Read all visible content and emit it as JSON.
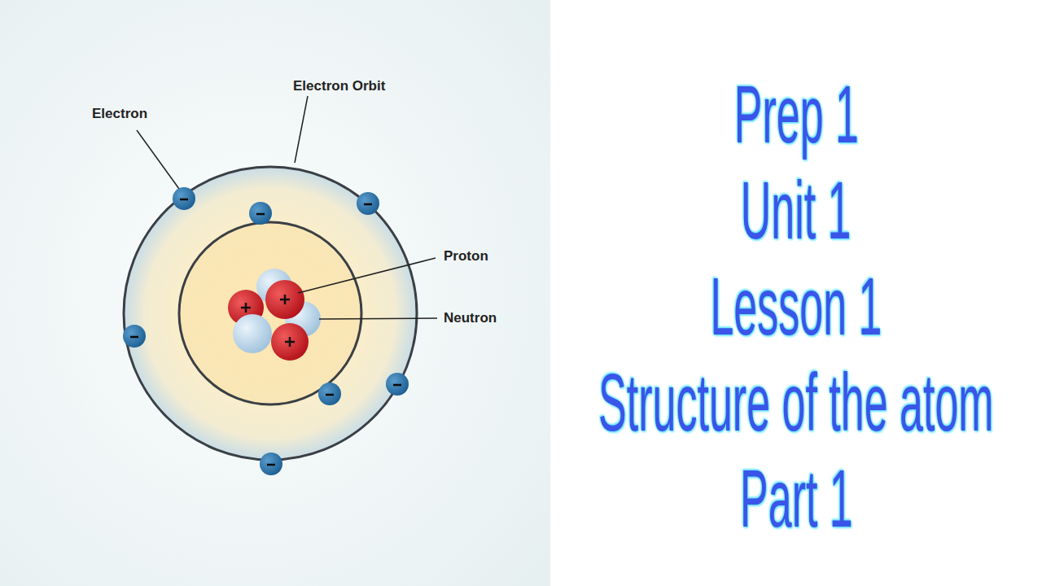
{
  "diagram": {
    "labels": [
      "Electron",
      "Electron Orbit",
      "Proton",
      "Neutron",
      "Prep 1",
      "Unit 1",
      "Lesson 1",
      "Structure of the atom",
      "Part 1"
    ]
  }
}
